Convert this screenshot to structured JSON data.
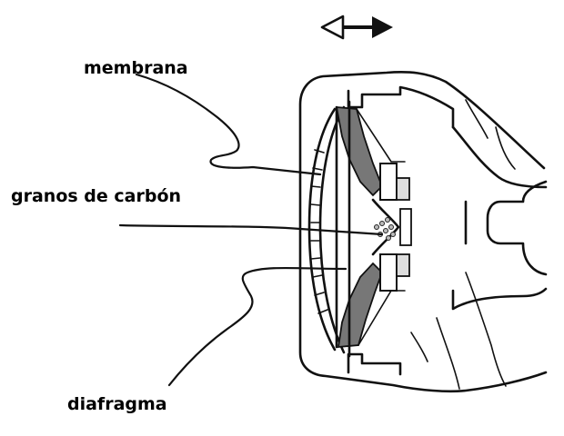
{
  "labels": {
    "membrana": "membrana",
    "granos": "granos de carbón",
    "diafragma": "diafragma"
  },
  "icons": {
    "arrow": "double-headed-arrow-icon"
  },
  "colors": {
    "line": "#111111",
    "background": "#ffffff"
  }
}
